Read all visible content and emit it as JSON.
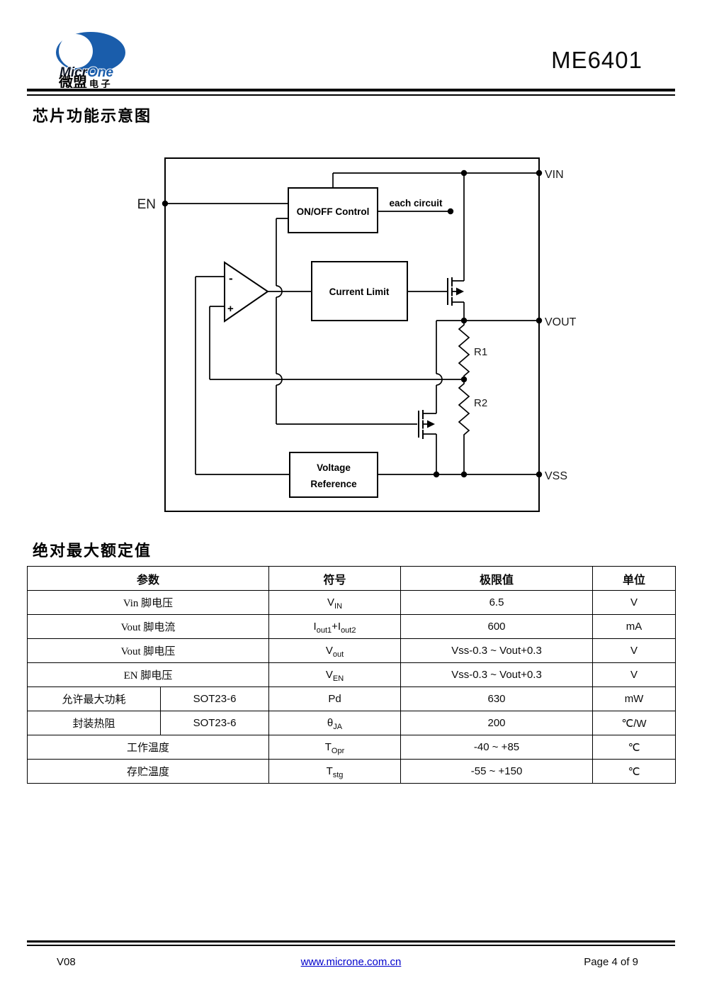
{
  "header": {
    "product": "ME6401",
    "logo": {
      "brand": "MicrOne",
      "brand_micr": "Micr",
      "brand_one": "One",
      "cn_main": "微盟",
      "cn_sub": "电 子"
    }
  },
  "sections": {
    "diagram_title": "芯片功能示意图",
    "ratings_title": "绝对最大额定值"
  },
  "diagram": {
    "pins": {
      "en": "EN",
      "vin": "VIN",
      "vout": "VOUT",
      "vss": "VSS"
    },
    "blocks": {
      "onoff": "ON/OFF Control",
      "current_limit": "Current Limit",
      "vref_line1": "Voltage",
      "vref_line2": "Reference"
    },
    "labels": {
      "each_circuit": "each circuit",
      "r1": "R1",
      "r2": "R2",
      "opamp_minus": "-",
      "opamp_plus": "+"
    }
  },
  "table": {
    "headers": [
      "参数",
      "符号",
      "极限值",
      "单位"
    ],
    "rows": [
      {
        "param": "Vin 脚电压",
        "sym": {
          "pre": "V",
          "sub": "IN"
        },
        "limit": "6.5",
        "unit": "V"
      },
      {
        "param": "Vout 脚电流",
        "sym": {
          "pre": "I",
          "sub": "out1",
          "mid": "+",
          "base2": "I",
          "sub2": "out2"
        },
        "limit": "600",
        "unit": "mA"
      },
      {
        "param": "Vout 脚电压",
        "sym": {
          "pre": "V",
          "sub": "out"
        },
        "limit": "Vss-0.3 ~ Vout+0.3",
        "unit": "V"
      },
      {
        "param": "EN 脚电压",
        "sym": {
          "pre": "V",
          "sub": "EN"
        },
        "limit": "Vss-0.3 ~ Vout+0.3",
        "unit": "V"
      },
      {
        "param": "允许最大功耗",
        "param2": "SOT23-6",
        "sym": {
          "pre": "Pd"
        },
        "limit": "630",
        "unit": "mW"
      },
      {
        "param": "封装热阻",
        "param2": "SOT23-6",
        "sym": {
          "pre": "θ",
          "sub": "JA"
        },
        "limit": "200",
        "unit": "℃/W"
      },
      {
        "param": "工作温度",
        "sym": {
          "pre": "T",
          "sub": "Opr"
        },
        "limit": "-40 ~ +85",
        "unit": "℃"
      },
      {
        "param": "存贮温度",
        "sym": {
          "pre": "T",
          "sub": "stg"
        },
        "limit": "-55 ~ +150",
        "unit": "℃"
      }
    ]
  },
  "footer": {
    "version": "V08",
    "link": "www.microne.com.cn",
    "page": "Page 4 of 9"
  },
  "colors": {
    "logo_blue": "#1a5dab",
    "link_blue": "#0000cc",
    "line_black": "#000000"
  }
}
